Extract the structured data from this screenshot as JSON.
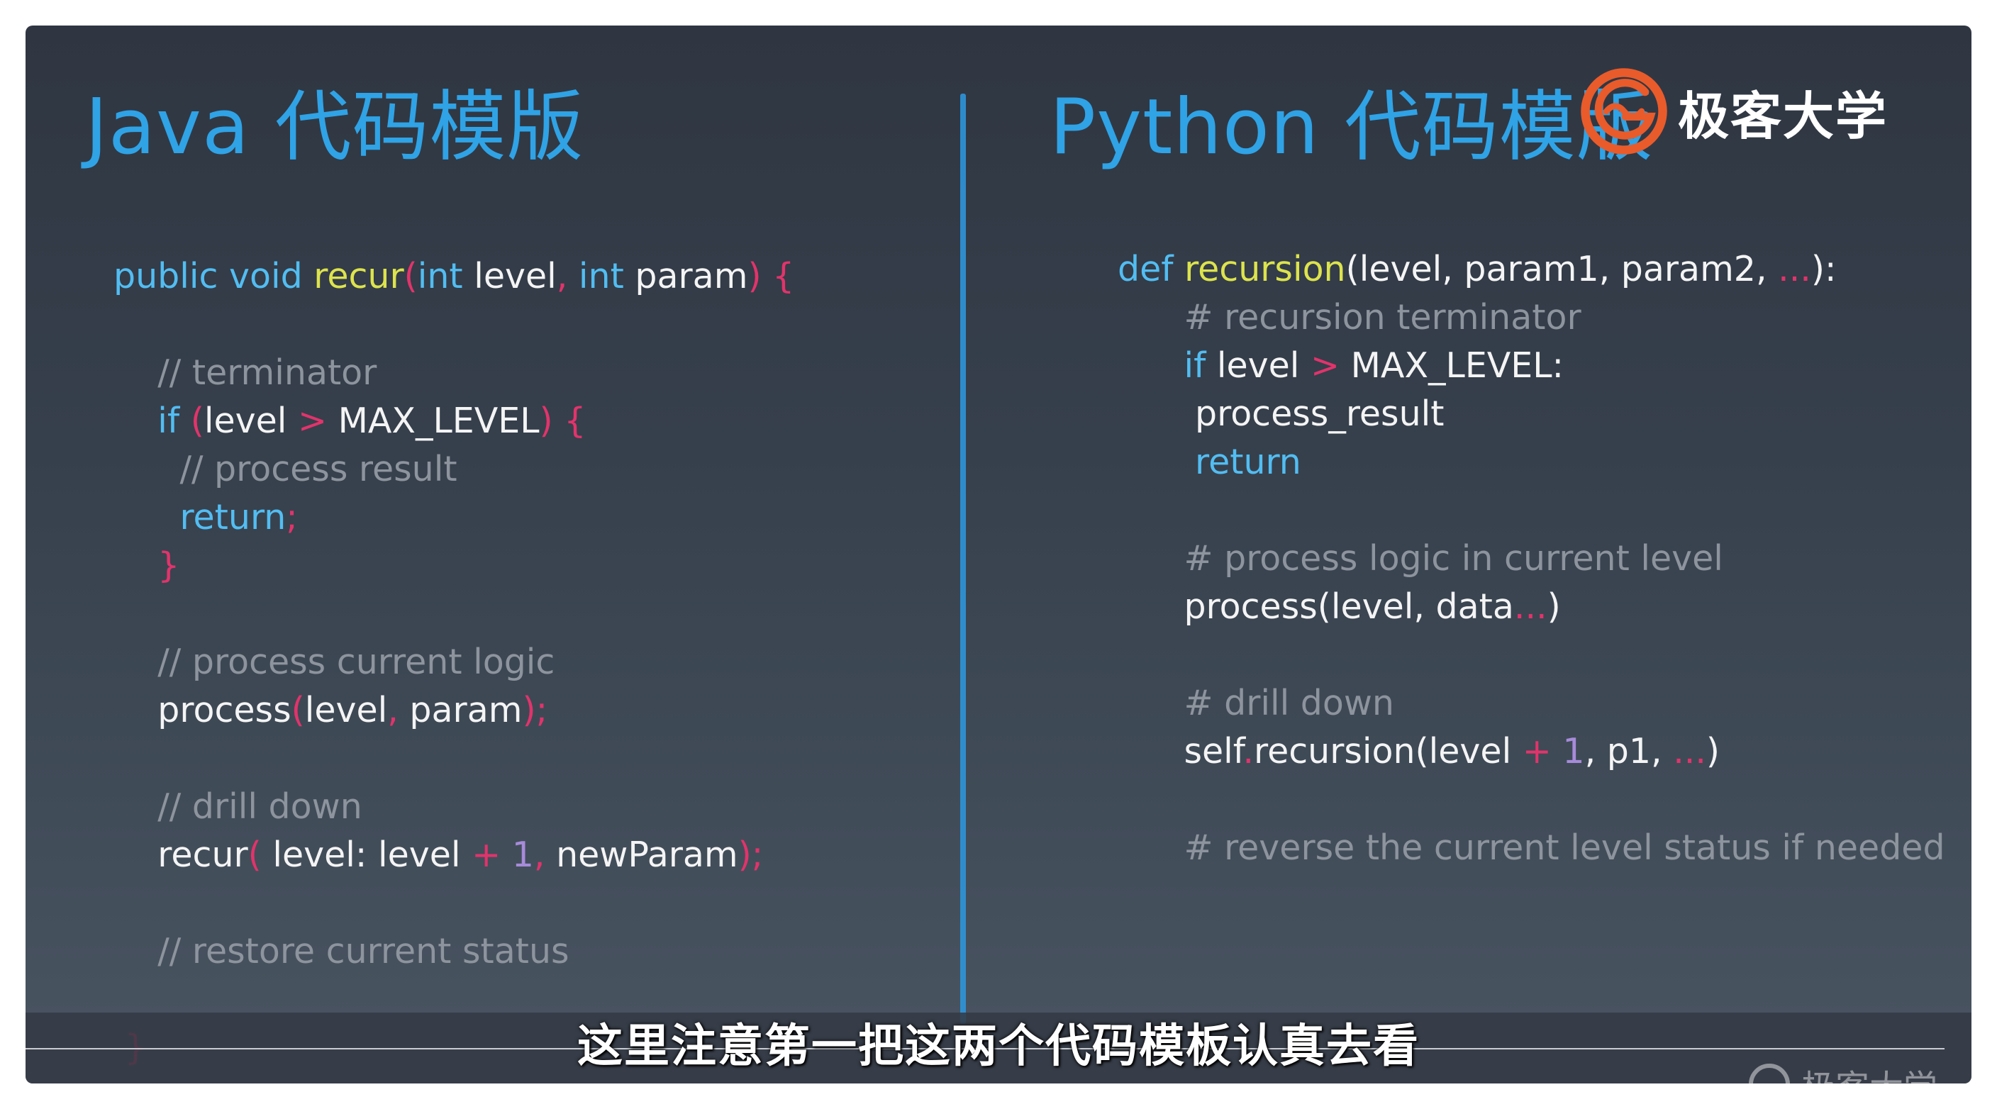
{
  "java": {
    "title": "Java 代码模版",
    "lines": [
      [
        {
          "t": "public void ",
          "c": "kw"
        },
        {
          "t": "recur",
          "c": "fn"
        },
        {
          "t": "(",
          "c": "pk"
        },
        {
          "t": "int ",
          "c": "kw"
        },
        {
          "t": "level",
          "c": "tx"
        },
        {
          "t": ", ",
          "c": "pk"
        },
        {
          "t": "int ",
          "c": "kw"
        },
        {
          "t": "param",
          "c": "tx"
        },
        {
          "t": ") {",
          "c": "pk"
        }
      ],
      [],
      [
        {
          "t": "    // terminator",
          "c": "cm"
        }
      ],
      [
        {
          "t": "    if ",
          "c": "kw"
        },
        {
          "t": "(",
          "c": "pk"
        },
        {
          "t": "level ",
          "c": "tx"
        },
        {
          "t": "> ",
          "c": "pk"
        },
        {
          "t": "MAX_LEVEL",
          "c": "tx"
        },
        {
          "t": ") {",
          "c": "pk"
        }
      ],
      [
        {
          "t": "      // process result",
          "c": "cm"
        }
      ],
      [
        {
          "t": "      return",
          "c": "kw"
        },
        {
          "t": ";",
          "c": "pk"
        }
      ],
      [
        {
          "t": "    }",
          "c": "pk"
        }
      ],
      [],
      [
        {
          "t": "    // process current logic",
          "c": "cm"
        }
      ],
      [
        {
          "t": "    process",
          "c": "tx"
        },
        {
          "t": "(",
          "c": "pk"
        },
        {
          "t": "level",
          "c": "tx"
        },
        {
          "t": ", ",
          "c": "pk"
        },
        {
          "t": "param",
          "c": "tx"
        },
        {
          "t": ");",
          "c": "pk"
        }
      ],
      [],
      [
        {
          "t": "    // drill down",
          "c": "cm"
        }
      ],
      [
        {
          "t": "    recur",
          "c": "tx"
        },
        {
          "t": "( ",
          "c": "pk"
        },
        {
          "t": "level: level ",
          "c": "tx"
        },
        {
          "t": "+ ",
          "c": "pk"
        },
        {
          "t": "1",
          "c": "nm"
        },
        {
          "t": ", ",
          "c": "pk"
        },
        {
          "t": "newParam",
          "c": "tx"
        },
        {
          "t": ");",
          "c": "pk"
        }
      ],
      [],
      [
        {
          "t": "    // restore current status",
          "c": "cm"
        }
      ],
      [],
      [
        {
          "t": " }",
          "c": "pk"
        }
      ]
    ]
  },
  "python": {
    "title": "Python 代码模版",
    "lines": [
      [
        {
          "t": "def ",
          "c": "kw"
        },
        {
          "t": "recursion",
          "c": "fn"
        },
        {
          "t": "(level, param1, param2, ",
          "c": "tx"
        },
        {
          "t": "...",
          "c": "pk"
        },
        {
          "t": "):",
          "c": "tx"
        }
      ],
      [
        {
          "t": "      # recursion terminator",
          "c": "cm"
        }
      ],
      [
        {
          "t": "      if ",
          "c": "kw"
        },
        {
          "t": "level ",
          "c": "tx"
        },
        {
          "t": "> ",
          "c": "pk"
        },
        {
          "t": "MAX_LEVEL:",
          "c": "tx"
        }
      ],
      [
        {
          "t": "       process_result",
          "c": "tx"
        }
      ],
      [
        {
          "t": "       return",
          "c": "kw"
        }
      ],
      [],
      [
        {
          "t": "      # process logic in current level",
          "c": "cm"
        }
      ],
      [
        {
          "t": "      process(level, data",
          "c": "tx"
        },
        {
          "t": "...",
          "c": "pk"
        },
        {
          "t": ")",
          "c": "tx"
        }
      ],
      [],
      [
        {
          "t": "      # drill down",
          "c": "cm"
        }
      ],
      [
        {
          "t": "      self",
          "c": "tx"
        },
        {
          "t": ".",
          "c": "pk"
        },
        {
          "t": "recursion(level ",
          "c": "tx"
        },
        {
          "t": "+ ",
          "c": "pk"
        },
        {
          "t": "1",
          "c": "nm"
        },
        {
          "t": ", p1, ",
          "c": "tx"
        },
        {
          "t": "...",
          "c": "pk"
        },
        {
          "t": ")",
          "c": "tx"
        }
      ],
      [],
      [
        {
          "t": "      # reverse the current level status if needed",
          "c": "cm"
        }
      ]
    ]
  },
  "logo": {
    "text": "极客大学",
    "icon": "geek-university-logo-icon",
    "color": "#e95b2a"
  },
  "subtitle": "这里注意第一把这两个代码模板认真去看",
  "watermark": "极客大学",
  "colors": {
    "title": "#2fa3e6",
    "keyword": "#52bdf2",
    "function": "#dde34c",
    "punctuation": "#e2336b",
    "comment": "#8d949d",
    "number": "#a78bd9",
    "text": "#f4f4f4"
  }
}
